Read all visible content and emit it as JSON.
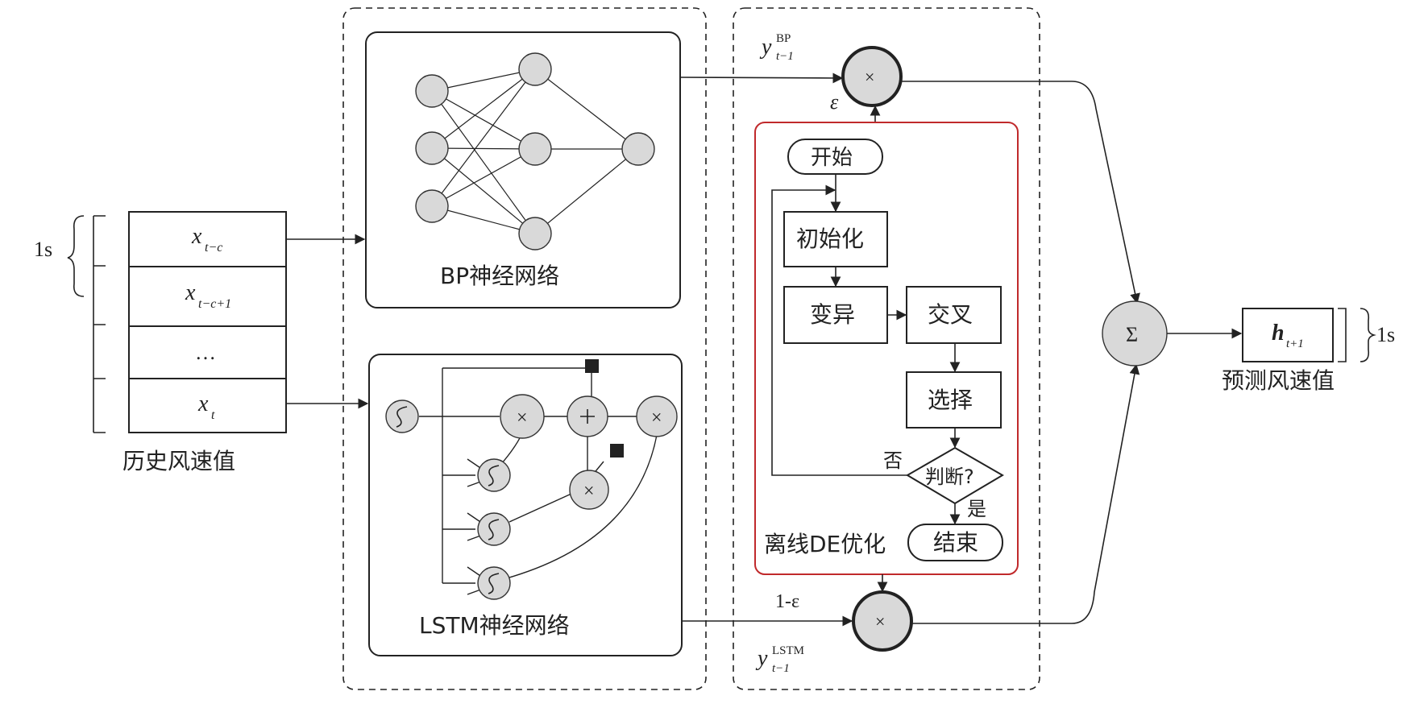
{
  "history": {
    "cells": [
      "x",
      "x",
      "…",
      "x"
    ],
    "subs": [
      "t−c",
      "t−c+1",
      "",
      "t"
    ],
    "label": "历史风速值",
    "interval": "1s"
  },
  "bp": {
    "label": "BP神经网络"
  },
  "lstm": {
    "label": "LSTM神经网络"
  },
  "de": {
    "title": "离线DE优化",
    "start": "开始",
    "init": "初始化",
    "mutate": "变异",
    "cross": "交叉",
    "select": "选择",
    "judge": "判断?",
    "no": "否",
    "yes": "是",
    "end": "结束"
  },
  "fusion": {
    "y_bp": "y",
    "y_bp_sup": "BP",
    "y_bp_sub": "t−1",
    "y_lstm": "y",
    "y_lstm_sup": "LSTM",
    "y_lstm_sub": "t−1",
    "eps": "ε",
    "one_minus_eps": "1-ε",
    "times": "×",
    "sum": "Σ"
  },
  "output": {
    "var": "h",
    "sub": "t+1",
    "label": "预测风速值",
    "interval": "1s"
  }
}
